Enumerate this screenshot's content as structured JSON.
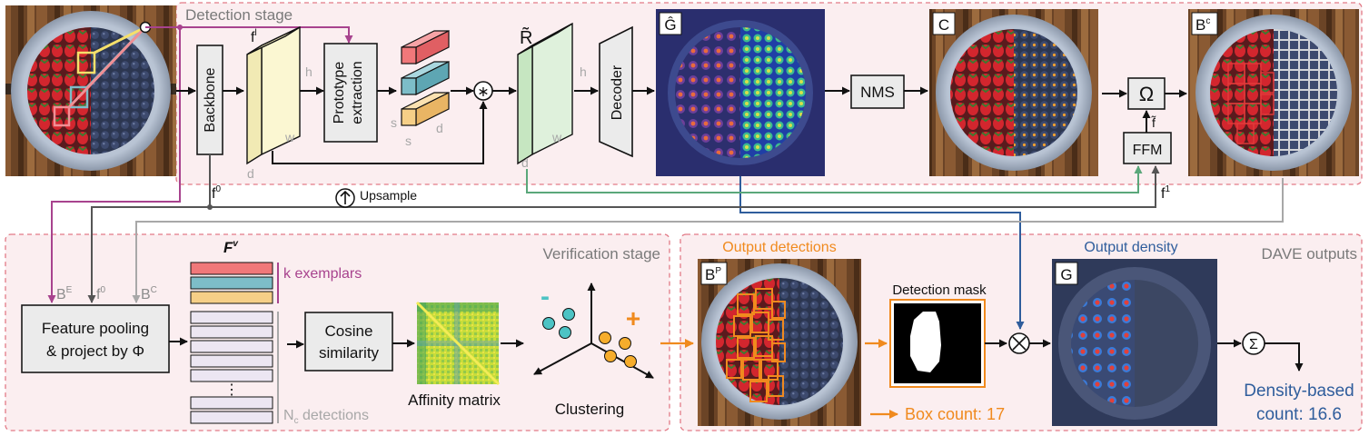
{
  "stages": {
    "detection": "Detection stage",
    "verification": "Verification stage",
    "outputs": "DAVE outputs"
  },
  "modules": {
    "backbone": "Backbone",
    "prototype_line1": "Prototype",
    "prototype_line2": "extraction",
    "decoder": "Decoder",
    "nms": "NMS",
    "omega": "Ω",
    "ffm": "FFM",
    "feature_pooling_line1": "Feature pooling",
    "feature_pooling_line2": "& project by Φ",
    "cosine_line1": "Cosine",
    "cosine_line2": "similarity",
    "upsample": "Upsample",
    "sum": "Σ",
    "product": "⊗",
    "correlation": "⊛"
  },
  "symbols": {
    "f_l": "f",
    "f_l_sup": "l",
    "f_0": "f",
    "f_0_sup": "0",
    "f_1": "f",
    "f_1_sup": "1",
    "f_tilde": "f̃",
    "R_tilde": "R̃",
    "G_hat": "Ĝ",
    "C": "C",
    "B_c": "B",
    "B_c_sup": "c",
    "B_E": "B",
    "B_E_sup": "E",
    "B_C": "B",
    "B_C_sup": "C",
    "F_v": "F",
    "F_v_sup": "v",
    "B_P": "B",
    "B_P_sup": "P",
    "G": "G",
    "dim_h": "h",
    "dim_w": "w",
    "dim_d": "d",
    "dim_s": "s",
    "minus": "-",
    "plus": "+",
    "vdots": "⋮"
  },
  "labels": {
    "k_exemplars": "k exemplars",
    "n_detections": "N",
    "n_detections_sub": "c",
    "n_detections_tail": " detections",
    "affinity": "Affinity matrix",
    "clustering": "Clustering",
    "output_detections": "Output detections",
    "output_density": "Output density",
    "detection_mask": "Detection mask",
    "box_count": "Box count: 17",
    "density_count_line1": "Density-based",
    "density_count_line2": "count: 16.6"
  },
  "colors": {
    "stage_fill": "#fbeef0",
    "stage_border": "#e27a86",
    "purple": "#a8438e",
    "orange": "#f08a1e",
    "blue": "#2f5d9c",
    "green": "#5aa77a",
    "gray": "#9a9a9a",
    "exemplar_red": "#f0787a",
    "exemplar_teal": "#7dbdc8",
    "exemplar_yellow": "#f6cf87",
    "feature_yellow": "#fbf7d2",
    "feature_green": "#dff1dc",
    "detection_row": "#ece6f2"
  },
  "icons": {
    "plate": "plate-photo-icon",
    "density": "density-heatmap-icon",
    "affinity": "affinity-matrix-icon",
    "clustering": "cluster-scatter-icon",
    "mask": "mask-icon"
  }
}
